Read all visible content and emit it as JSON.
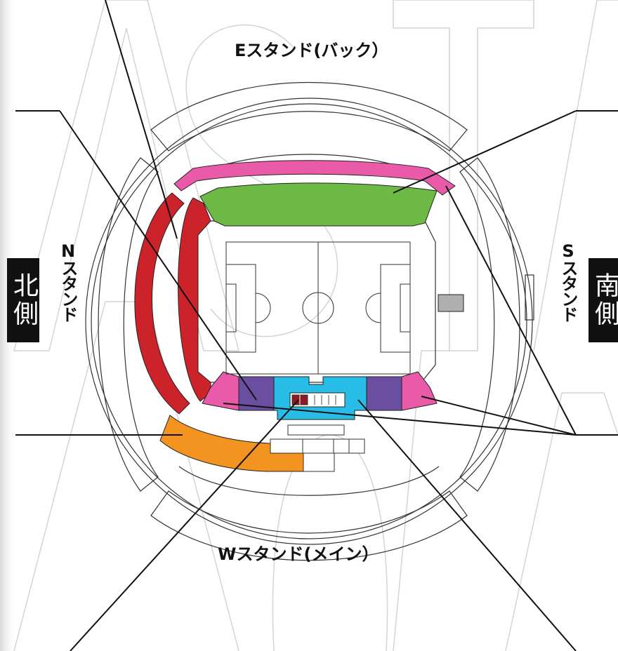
{
  "stands": {
    "east": "Eスタンド(バック）",
    "west": "Wスタンド(メイン）",
    "north": "Nスタンド",
    "south": "Sスタンド"
  },
  "sides": {
    "north": "北側",
    "south": "南側"
  },
  "colors": {
    "red": "#cc2229",
    "pink": "#e95ba8",
    "green": "#6cba45",
    "orange": "#f39320",
    "purple": "#6a4ea0",
    "cyan": "#27bde6",
    "maroon": "#8b1c24",
    "gray": "#aeb0b2"
  },
  "icons": [
    "line-pointer",
    "soccer-pitch"
  ]
}
